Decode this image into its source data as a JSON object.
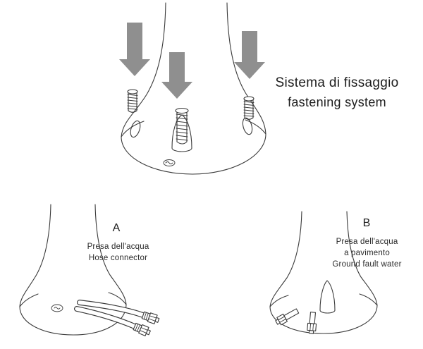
{
  "title": {
    "line1": "Sistema di fissaggio",
    "line2": "fastening system"
  },
  "panels": {
    "a": {
      "label": "A",
      "caption_lines": [
        "Presa dell'acqua",
        "Hose connector"
      ]
    },
    "b": {
      "label": "B",
      "caption_lines": [
        "Presa dell'acqua",
        "a pavimento",
        "Ground fault water"
      ]
    }
  },
  "colors": {
    "arrow": "#8f8f8f",
    "line": "#3a3a3a",
    "background": "#ffffff"
  }
}
